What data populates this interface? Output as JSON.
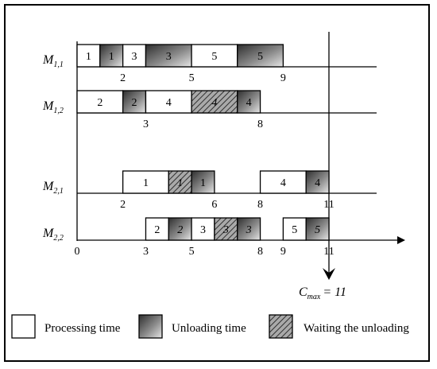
{
  "machines": [
    {
      "name": "M",
      "sub": "1,1"
    },
    {
      "name": "M",
      "sub": "1,2"
    },
    {
      "name": "M",
      "sub": "2,1"
    },
    {
      "name": "M",
      "sub": "2,2"
    }
  ],
  "bars": [
    [
      {
        "type": "processing",
        "start": 0,
        "end": 1,
        "label": "1"
      },
      {
        "type": "unloading",
        "start": 1,
        "end": 2,
        "label": "1"
      },
      {
        "type": "processing",
        "start": 2,
        "end": 3,
        "label": "3"
      },
      {
        "type": "unloading",
        "start": 3,
        "end": 5,
        "label": "3"
      },
      {
        "type": "processing",
        "start": 5,
        "end": 7,
        "label": "5"
      },
      {
        "type": "unloading",
        "start": 7,
        "end": 9,
        "label": "5"
      }
    ],
    [
      {
        "type": "processing",
        "start": 0,
        "end": 2,
        "label": "2"
      },
      {
        "type": "unloading",
        "start": 2,
        "end": 3,
        "label": "2"
      },
      {
        "type": "processing",
        "start": 3,
        "end": 5,
        "label": "4"
      },
      {
        "type": "waiting",
        "start": 5,
        "end": 7,
        "label": "4"
      },
      {
        "type": "unloading",
        "start": 7,
        "end": 8,
        "label": "4"
      }
    ],
    [
      {
        "type": "processing",
        "start": 2,
        "end": 4,
        "label": "1"
      },
      {
        "type": "waiting",
        "start": 4,
        "end": 5,
        "label": "1"
      },
      {
        "type": "unloading",
        "start": 5,
        "end": 6,
        "label": "1"
      },
      {
        "type": "processing",
        "start": 8,
        "end": 10,
        "label": "4"
      },
      {
        "type": "unloading",
        "start": 10,
        "end": 11,
        "label": "4"
      }
    ],
    [
      {
        "type": "processing",
        "start": 3,
        "end": 4,
        "label": "2"
      },
      {
        "type": "unloading",
        "start": 4,
        "end": 5,
        "label": "2"
      },
      {
        "type": "processing",
        "start": 5,
        "end": 6,
        "label": "3"
      },
      {
        "type": "waiting",
        "start": 6,
        "end": 7,
        "label": "3"
      },
      {
        "type": "unloading",
        "start": 7,
        "end": 8,
        "label": "3"
      },
      {
        "type": "processing",
        "start": 9,
        "end": 10,
        "label": "5"
      },
      {
        "type": "unloading",
        "start": 10,
        "end": 11,
        "label": "5"
      }
    ]
  ],
  "tick_labels": [
    [
      "2",
      "5",
      "9"
    ],
    [
      "3",
      "8"
    ],
    [
      "2",
      "6",
      "8",
      "11"
    ],
    [
      "0",
      "3",
      "5",
      "8",
      "9",
      "11"
    ]
  ],
  "cmax": {
    "symbol": "C",
    "sub": "max",
    "text": "= 11",
    "value": 11
  },
  "legend": [
    {
      "type": "processing",
      "label": "Processing time"
    },
    {
      "type": "unloading",
      "label": "Unloading time"
    },
    {
      "type": "waiting",
      "label": "Waiting the unloading"
    }
  ],
  "colors": {
    "processing": "#ffffff",
    "unloading_dark": "#4a4a4a",
    "unloading_light": "#d8d8d8",
    "waiting": "#8a8a8a",
    "line": "#000000"
  }
}
